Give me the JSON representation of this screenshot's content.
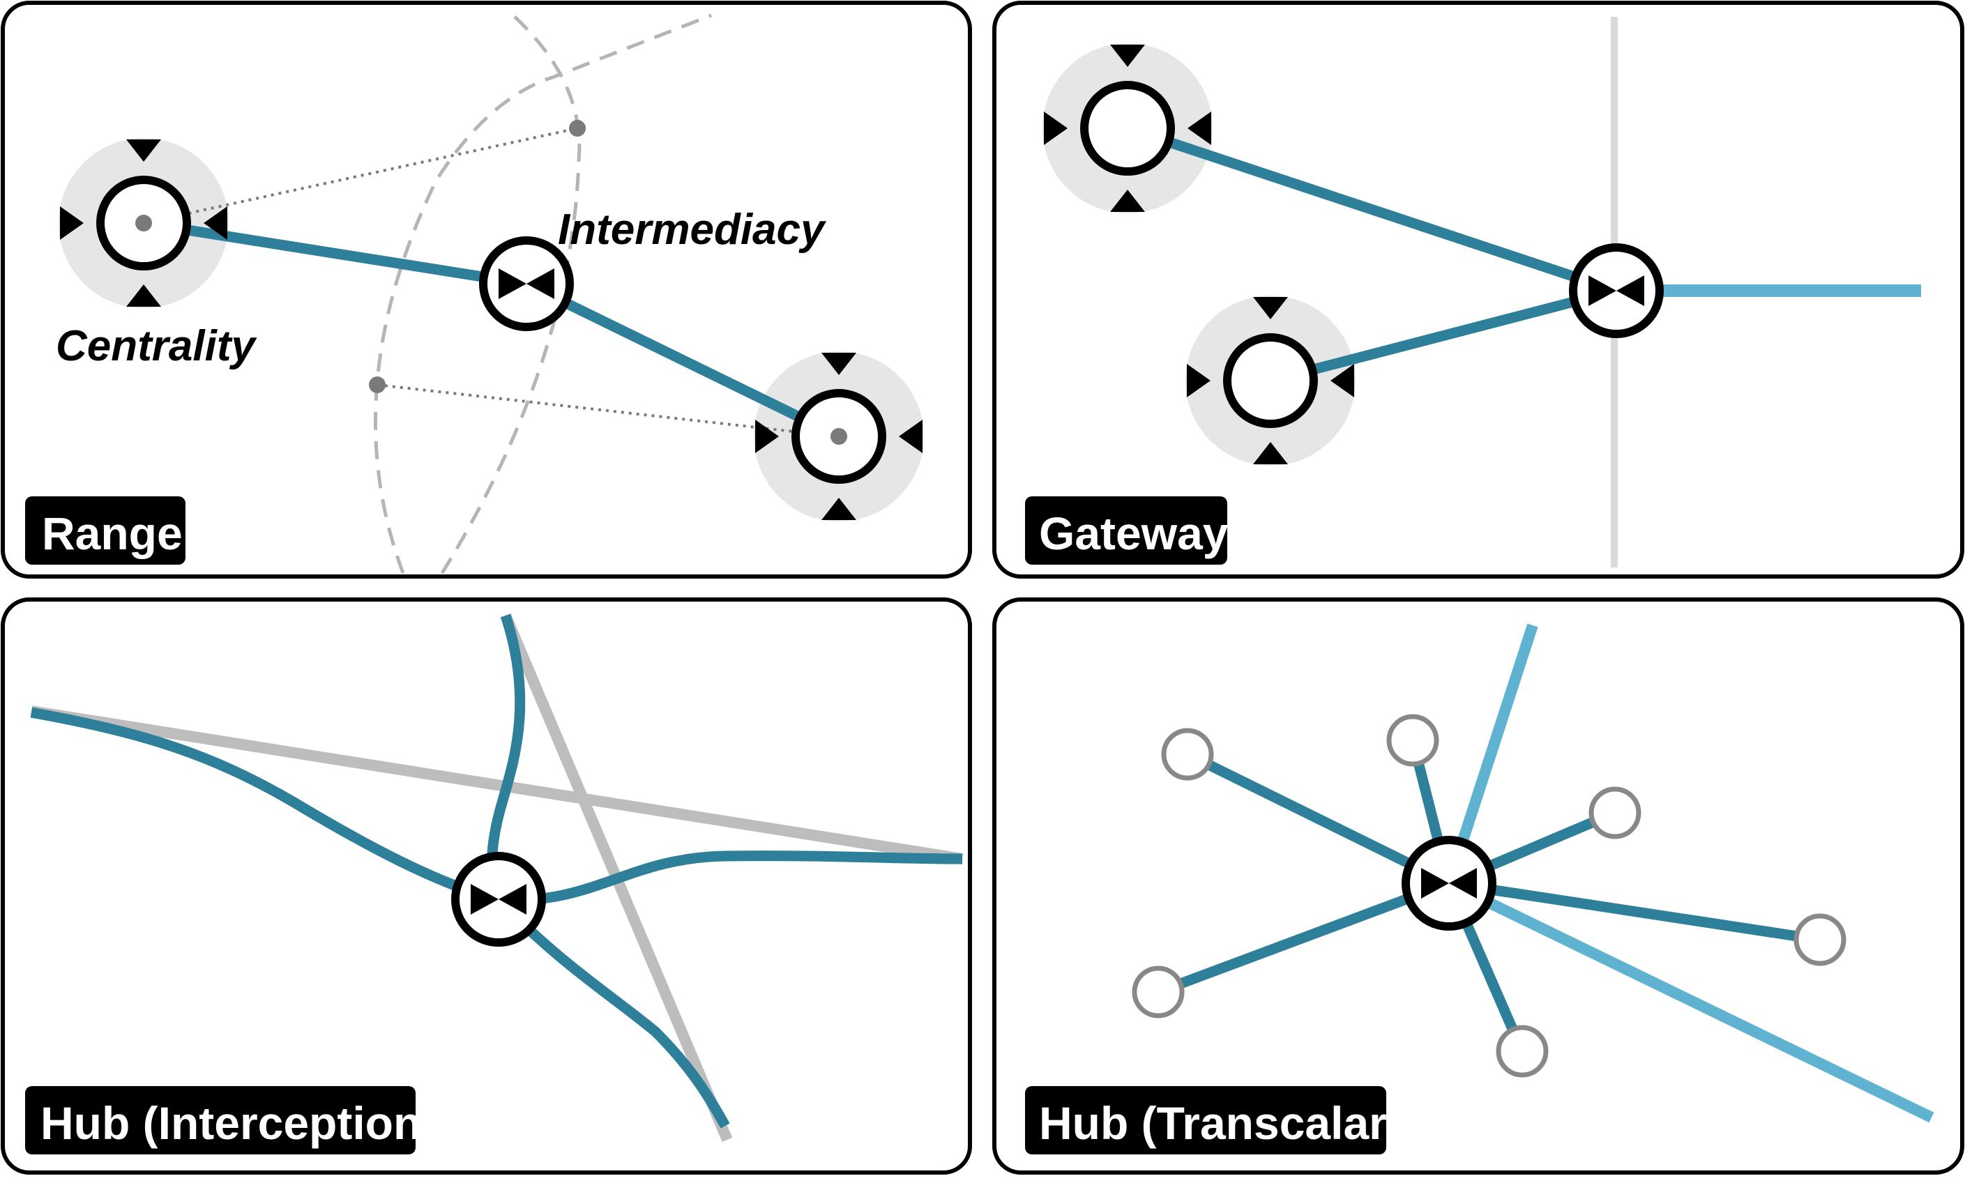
{
  "panels": {
    "range": {
      "badge": "Range",
      "label_centrality": "Centrality",
      "label_intermediacy": "Intermediacy"
    },
    "gateway": {
      "badge": "Gateway"
    },
    "hub_interception": {
      "badge": "Hub (Interception)"
    },
    "hub_transcalar": {
      "badge": "Hub (Transcalar)"
    }
  },
  "colors": {
    "route_dark": "#2e7f9a",
    "route_light": "#5fb3d0",
    "route_grey": "#bdbdbd",
    "range_halo": "#e6e6e6",
    "dashed_boundary": "#b5b5b5",
    "dotted_link": "#7a7a7a",
    "node_ring": "#000000",
    "small_node_ring": "#888888"
  },
  "icons": {
    "centrality_node": "four-inward-arrows-circle-icon",
    "intermediacy_node": "bowtie-circle-icon",
    "peripheral_node": "hollow-circle-icon"
  }
}
